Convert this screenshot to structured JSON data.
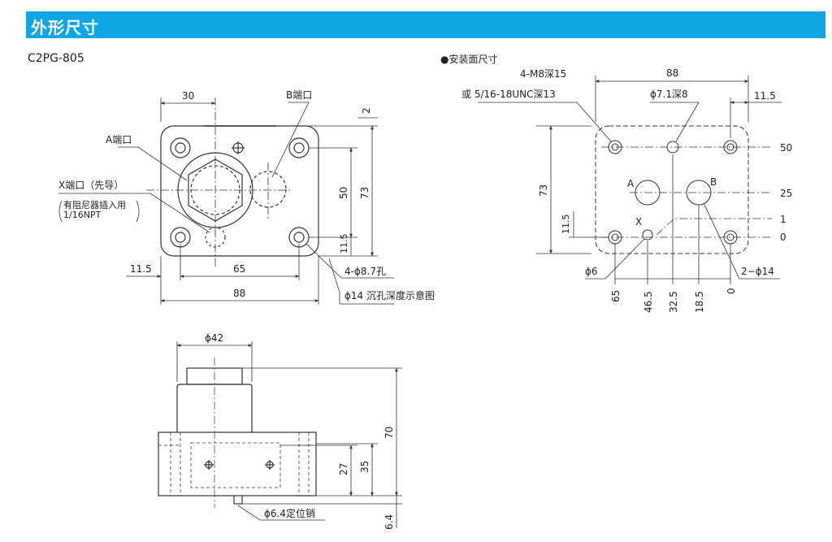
{
  "header": {
    "title": "外形尺寸"
  },
  "model": "C2PG-805",
  "colors": {
    "banner": "#0fa6e6",
    "line": "#333333"
  },
  "top_view": {
    "dim_30": "30",
    "port_b": "B端口",
    "port_a": "A端口",
    "port_x": "X端口（先导）",
    "note_line1": "有阻尼器插入用",
    "note_line2": "1/16NPT",
    "dim_2": "2",
    "dim_50": "50",
    "dim_73": "73",
    "dim_11_5_right": "11.5",
    "dim_11_5_left": "11.5",
    "dim_65": "65",
    "dim_88": "88",
    "holes": "4-ϕ8.7孔",
    "counterbore": "ϕ14 沉孔深度示意图"
  },
  "mount_face": {
    "title": "●安装面尺寸",
    "dim_88": "88",
    "screws_1": "4-M8深15",
    "screws_2": "或 5/16-18UNC深13",
    "pin_hole": "ϕ7.1深8",
    "dim_11_5_top": "11.5",
    "label_a": "A",
    "label_b": "B",
    "label_x": "X",
    "dim_73": "73",
    "dim_11_5_left": "11.5",
    "y_50": "50",
    "y_25": "25",
    "y_1": "1",
    "y_0": "0",
    "phi6": "ϕ6",
    "phi14": "2−ϕ14",
    "x_65": "65",
    "x_46_5": "46.5",
    "x_32_5": "32.5",
    "x_18_5": "18.5",
    "x_0": "0"
  },
  "side_view": {
    "dim_42": "ϕ42",
    "dim_70": "70",
    "dim_35": "35",
    "dim_27": "27",
    "dim_6_4": "6.4",
    "pin": "ϕ6.4定位销"
  }
}
